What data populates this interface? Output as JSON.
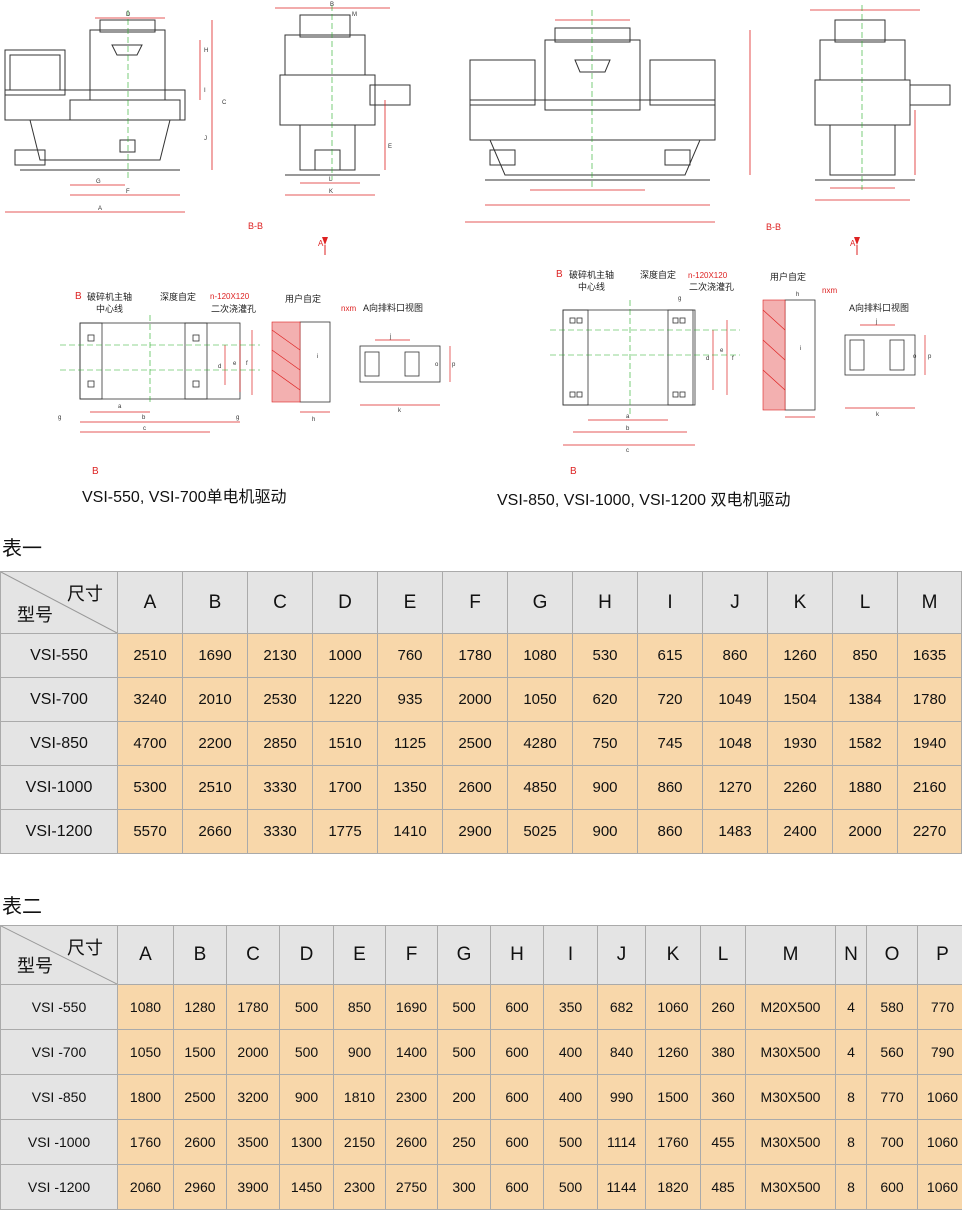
{
  "drawings": {
    "labels": {
      "section_b": "B-B",
      "arrow_a": "A",
      "arrow_b": "B",
      "main_shaft": "破碎机主轴",
      "center_line": "中心线",
      "depth": "深度自定",
      "bolts": "n-120X120",
      "grout": "二次浇灌孔",
      "user_defined": "用户自定",
      "nxm": "nxm",
      "a_view": "A向排料口视图"
    },
    "dims": {
      "D": "D",
      "H": "H",
      "I": "I",
      "C": "C",
      "J": "J",
      "G": "G",
      "F": "F",
      "A": "A",
      "B": "B",
      "M": "M",
      "E": "E",
      "L": "L",
      "K": "K",
      "a": "a",
      "b": "b",
      "c": "c",
      "d": "d",
      "e": "e",
      "f": "f",
      "g": "g",
      "h": "h",
      "i": "i",
      "j": "j",
      "k": "k",
      "o": "o",
      "p": "p"
    },
    "caption_single": "VSI-550, VSI-700单电机驱动",
    "caption_double": "VSI-850, VSI-1000, VSI-1200  双电机驱动"
  },
  "table1": {
    "title": "表一",
    "corner_size": "尺寸",
    "corner_model": "型号",
    "columns": [
      "A",
      "B",
      "C",
      "D",
      "E",
      "F",
      "G",
      "H",
      "I",
      "J",
      "K",
      "L",
      "M"
    ],
    "rows": [
      {
        "model": "VSI-550",
        "values": [
          "2510",
          "1690",
          "2130",
          "1000",
          "760",
          "1780",
          "1080",
          "530",
          "615",
          "860",
          "1260",
          "850",
          "1635"
        ]
      },
      {
        "model": "VSI-700",
        "values": [
          "3240",
          "2010",
          "2530",
          "1220",
          "935",
          "2000",
          "1050",
          "620",
          "720",
          "1049",
          "1504",
          "1384",
          "1780"
        ]
      },
      {
        "model": "VSI-850",
        "values": [
          "4700",
          "2200",
          "2850",
          "1510",
          "1125",
          "2500",
          "4280",
          "750",
          "745",
          "1048",
          "1930",
          "1582",
          "1940"
        ]
      },
      {
        "model": "VSI-1000",
        "values": [
          "5300",
          "2510",
          "3330",
          "1700",
          "1350",
          "2600",
          "4850",
          "900",
          "860",
          "1270",
          "2260",
          "1880",
          "2160"
        ]
      },
      {
        "model": "VSI-1200",
        "values": [
          "5570",
          "2660",
          "3330",
          "1775",
          "1410",
          "2900",
          "5025",
          "900",
          "860",
          "1483",
          "2400",
          "2000",
          "2270"
        ]
      }
    ]
  },
  "table2": {
    "title": "表二",
    "corner_size": "尺寸",
    "corner_model": "型号",
    "columns": [
      "A",
      "B",
      "C",
      "D",
      "E",
      "F",
      "G",
      "H",
      "I",
      "J",
      "K",
      "L",
      "M",
      "N",
      "O",
      "P"
    ],
    "rows": [
      {
        "model": "VSI -550",
        "values": [
          "1080",
          "1280",
          "1780",
          "500",
          "850",
          "1690",
          "500",
          "600",
          "350",
          "682",
          "1060",
          "260",
          "M20X500",
          "4",
          "580",
          "770"
        ]
      },
      {
        "model": "VSI -700",
        "values": [
          "1050",
          "1500",
          "2000",
          "500",
          "900",
          "1400",
          "500",
          "600",
          "400",
          "840",
          "1260",
          "380",
          "M30X500",
          "4",
          "560",
          "790"
        ]
      },
      {
        "model": "VSI -850",
        "values": [
          "1800",
          "2500",
          "3200",
          "900",
          "1810",
          "2300",
          "200",
          "600",
          "400",
          "990",
          "1500",
          "360",
          "M30X500",
          "8",
          "770",
          "1060"
        ]
      },
      {
        "model": "VSI -1000",
        "values": [
          "1760",
          "2600",
          "3500",
          "1300",
          "2150",
          "2600",
          "250",
          "600",
          "500",
          "1114",
          "1760",
          "455",
          "M30X500",
          "8",
          "700",
          "1060"
        ]
      },
      {
        "model": "VSI -1200",
        "values": [
          "2060",
          "2960",
          "3900",
          "1450",
          "2300",
          "2750",
          "300",
          "600",
          "500",
          "1144",
          "1820",
          "485",
          "M30X500",
          "8",
          "600",
          "1060"
        ]
      }
    ]
  }
}
